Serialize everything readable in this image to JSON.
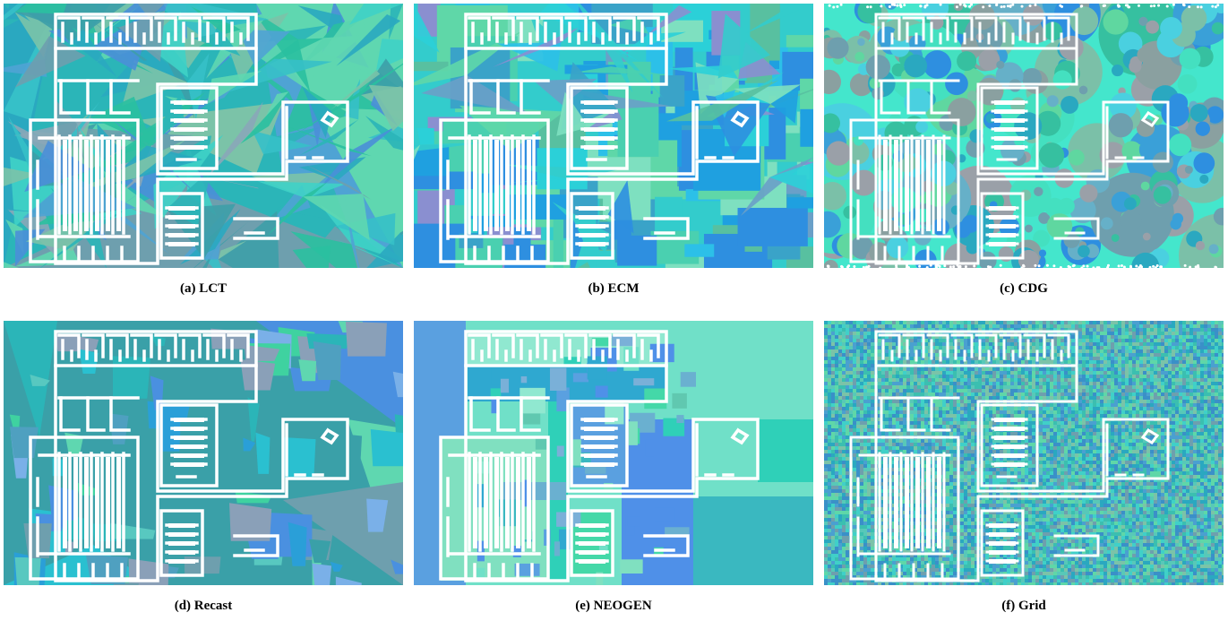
{
  "figure": {
    "panels": [
      {
        "id": "lct",
        "caption": "(a) LCT",
        "style": "triangles",
        "palette": [
          "#2bb5b8",
          "#3d9fa8",
          "#2aa8c0",
          "#5fd7b0",
          "#4fa3d4",
          "#6e9fae",
          "#7bc3a8",
          "#36c0c8",
          "#4a8fd8",
          "#2ac0a0",
          "#8aa7b8",
          "#3fd2c6"
        ]
      },
      {
        "id": "ecm",
        "caption": "(b) ECM",
        "style": "rects",
        "palette": [
          "#33cccc",
          "#2e8fe0",
          "#5fd7a8",
          "#7ee0c0",
          "#3aa3c8",
          "#2bd0d8",
          "#6aa0c8",
          "#8a8fd0",
          "#4ad0b0",
          "#1fa0e0",
          "#58c0a0",
          "#2cc0e8"
        ]
      },
      {
        "id": "cdg",
        "caption": "(c) CDG",
        "style": "circles",
        "palette": [
          "#44e0c0",
          "#6e9fae",
          "#3aa0d8",
          "#5fd7a0",
          "#2aa8c0",
          "#8aa0a0",
          "#4ad0e0",
          "#7bc0a8",
          "#2e8fe0",
          "#36c0a0",
          "#66b0c8",
          "#9aa0a8"
        ]
      },
      {
        "id": "recast",
        "caption": "(d) Recast",
        "style": "polys",
        "palette": [
          "#3aa0a8",
          "#2bb5b8",
          "#4a90e0",
          "#5fd7b0",
          "#6e9fae",
          "#2ac0d0",
          "#7ab0e8",
          "#3fd2a0",
          "#4fa0c0",
          "#2a9fd8",
          "#58c8c0",
          "#8aa0b8"
        ]
      },
      {
        "id": "neogen",
        "caption": "(e) NEOGEN",
        "style": "blocks",
        "palette": [
          "#70e0c8",
          "#4f90e8",
          "#2fd0b8",
          "#6ab0d0",
          "#80e0c0",
          "#3ab8c0",
          "#5aa0e0",
          "#44d8a8",
          "#90e8d0",
          "#2fa8d0",
          "#60c8b0",
          "#7ab0d8"
        ]
      },
      {
        "id": "grid",
        "caption": "(f) Grid",
        "style": "pixels",
        "palette": [
          "#3bbfb0",
          "#4aa0d0",
          "#5fd7a8",
          "#2aa8c0",
          "#6e9fae",
          "#40d0c8",
          "#7bc3a8",
          "#3a90c8",
          "#58c8b8"
        ]
      }
    ]
  }
}
